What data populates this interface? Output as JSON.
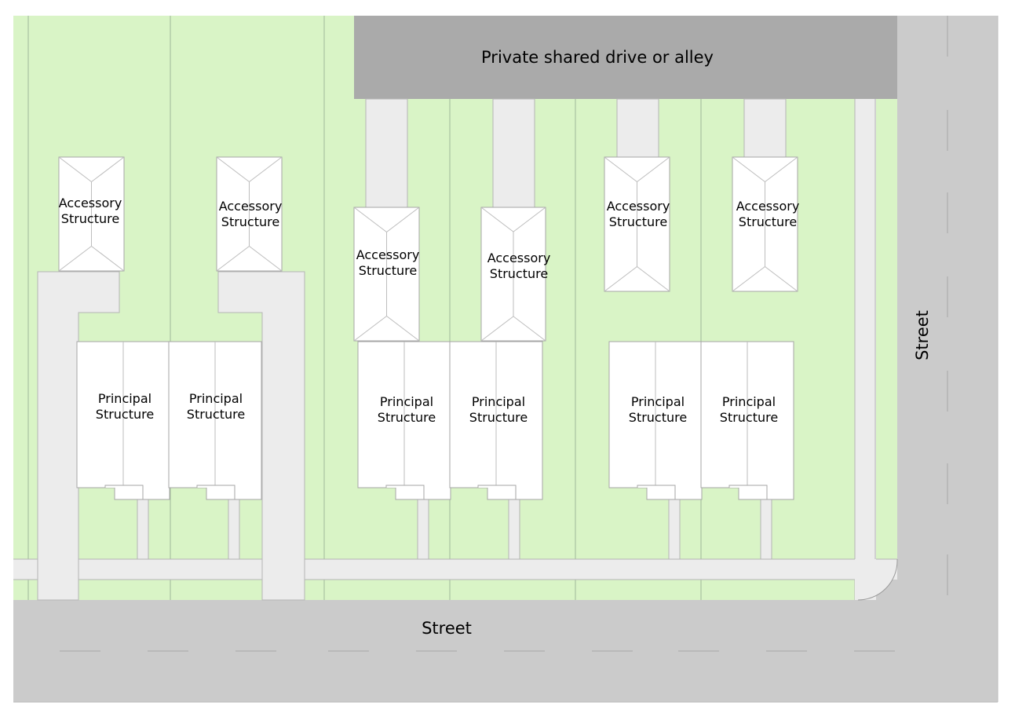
{
  "diagram": {
    "title": "Site plan with principal and accessory structures",
    "colors": {
      "lawn": "#d9f4c6",
      "street": "#cbcbcb",
      "alley": "#aaaaaa",
      "sidewalk": "#ececec",
      "building": "#ffffff",
      "outline": "#a6a6a6",
      "lane_marking": "#b3b3b3"
    },
    "labels": {
      "alley": "Private shared drive or alley",
      "street_bottom": "Street",
      "street_right": "Street"
    },
    "accessory_structures": [
      {
        "line1": "Accessory",
        "line2": "Structure"
      },
      {
        "line1": "Accessory",
        "line2": "Structure"
      },
      {
        "line1": "Accessory",
        "line2": "Structure"
      },
      {
        "line1": "Accessory",
        "line2": "Structure"
      },
      {
        "line1": "Accessory",
        "line2": "Structure"
      },
      {
        "line1": "Accessory",
        "line2": "Structure"
      }
    ],
    "principal_structures": [
      {
        "line1": "Principal",
        "line2": "Structure"
      },
      {
        "line1": "Principal",
        "line2": "Structure"
      },
      {
        "line1": "Principal",
        "line2": "Structure"
      },
      {
        "line1": "Principal",
        "line2": "Structure"
      },
      {
        "line1": "Principal",
        "line2": "Structure"
      },
      {
        "line1": "Principal",
        "line2": "Structure"
      }
    ]
  }
}
